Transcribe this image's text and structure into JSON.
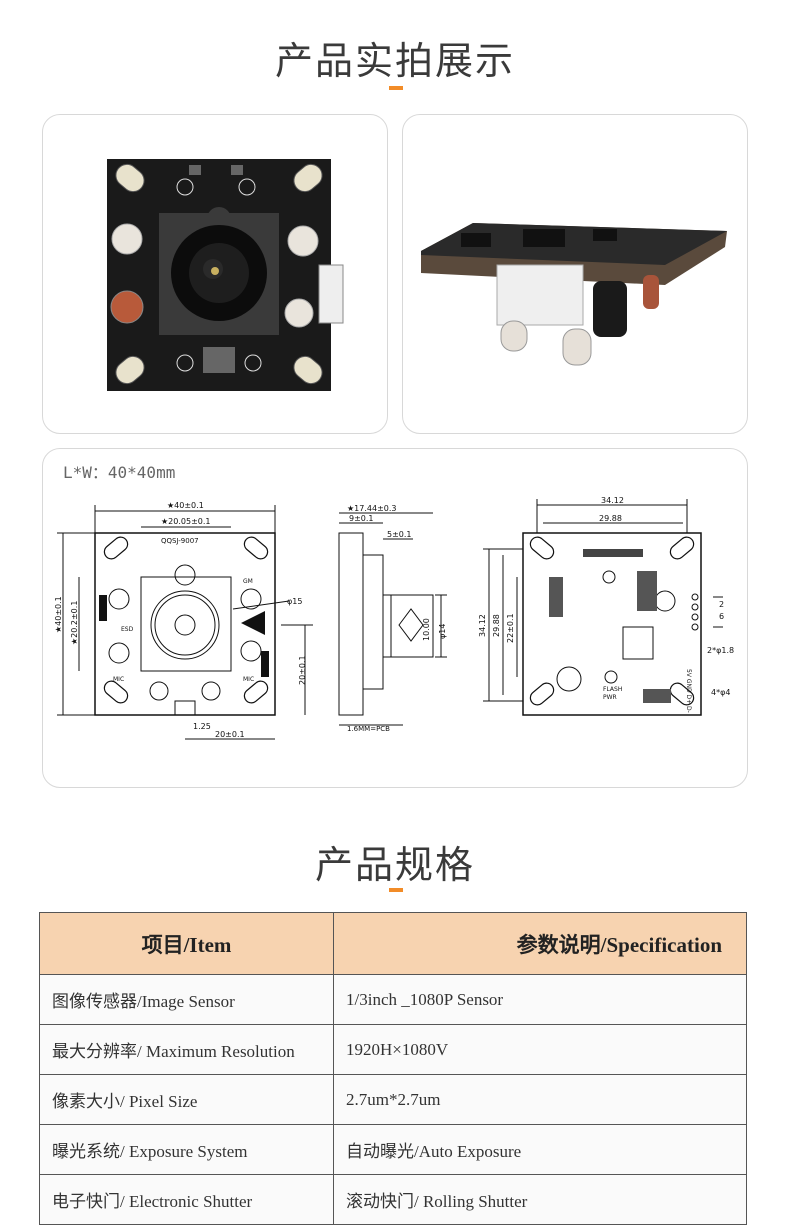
{
  "sections": {
    "photos_title": "产品实拍展示",
    "spec_title": "产品规格"
  },
  "drawing": {
    "dimension_label": "L*W：40*40mm",
    "front": {
      "w_overall": "★40±0.1",
      "w_inner": "★20.05±0.1",
      "h_overall": "★40±0.1",
      "h_inner": "★20.2±0.1",
      "model": "QQSJ-9007",
      "lens_dia": "φ15",
      "bottom_offset": "1.25",
      "bottom_w": "20±0.1",
      "right_h": "20±0.1",
      "gm": "GM",
      "esd": "ESD",
      "mic_left": "MIC",
      "mic_right": "MIC"
    },
    "side": {
      "w_overall": "★17.44±0.3",
      "w_a": "9±0.1",
      "w_b": "5±0.1",
      "lens_a": "10.00",
      "lens_b": "φ14",
      "pcb": "1.6MM=PCB"
    },
    "back": {
      "w_overall": "34.12",
      "w_inner": "29.88",
      "h_overall": "34.12",
      "h_inner": "29.88",
      "h_mid": "22±0.1",
      "pin_a": "2",
      "pin_b": "6",
      "hole_small": "2*φ1.8",
      "hole_big": "4*φ4",
      "flash": "FLASH",
      "pwr": "PWR",
      "vbus": "5V GND D+ D-"
    }
  },
  "spec_table": {
    "headers": [
      "项目/Item",
      "参数说明/Specification"
    ],
    "rows": [
      [
        "图像传感器/Image Sensor",
        "1/3inch _1080P Sensor"
      ],
      [
        "最大分辨率/ Maximum Resolution",
        "1920H×1080V"
      ],
      [
        "像素大小/ Pixel Size",
        "2.7um*2.7um"
      ],
      [
        "曝光系统/ Exposure System",
        "自动曝光/Auto Exposure"
      ],
      [
        "电子快门/ Electronic Shutter",
        "滚动快门/ Rolling Shutter"
      ]
    ]
  },
  "colors": {
    "accent": "#f28c28",
    "table_header": "#f7d3b0",
    "pcb": "#1a1a1a"
  }
}
